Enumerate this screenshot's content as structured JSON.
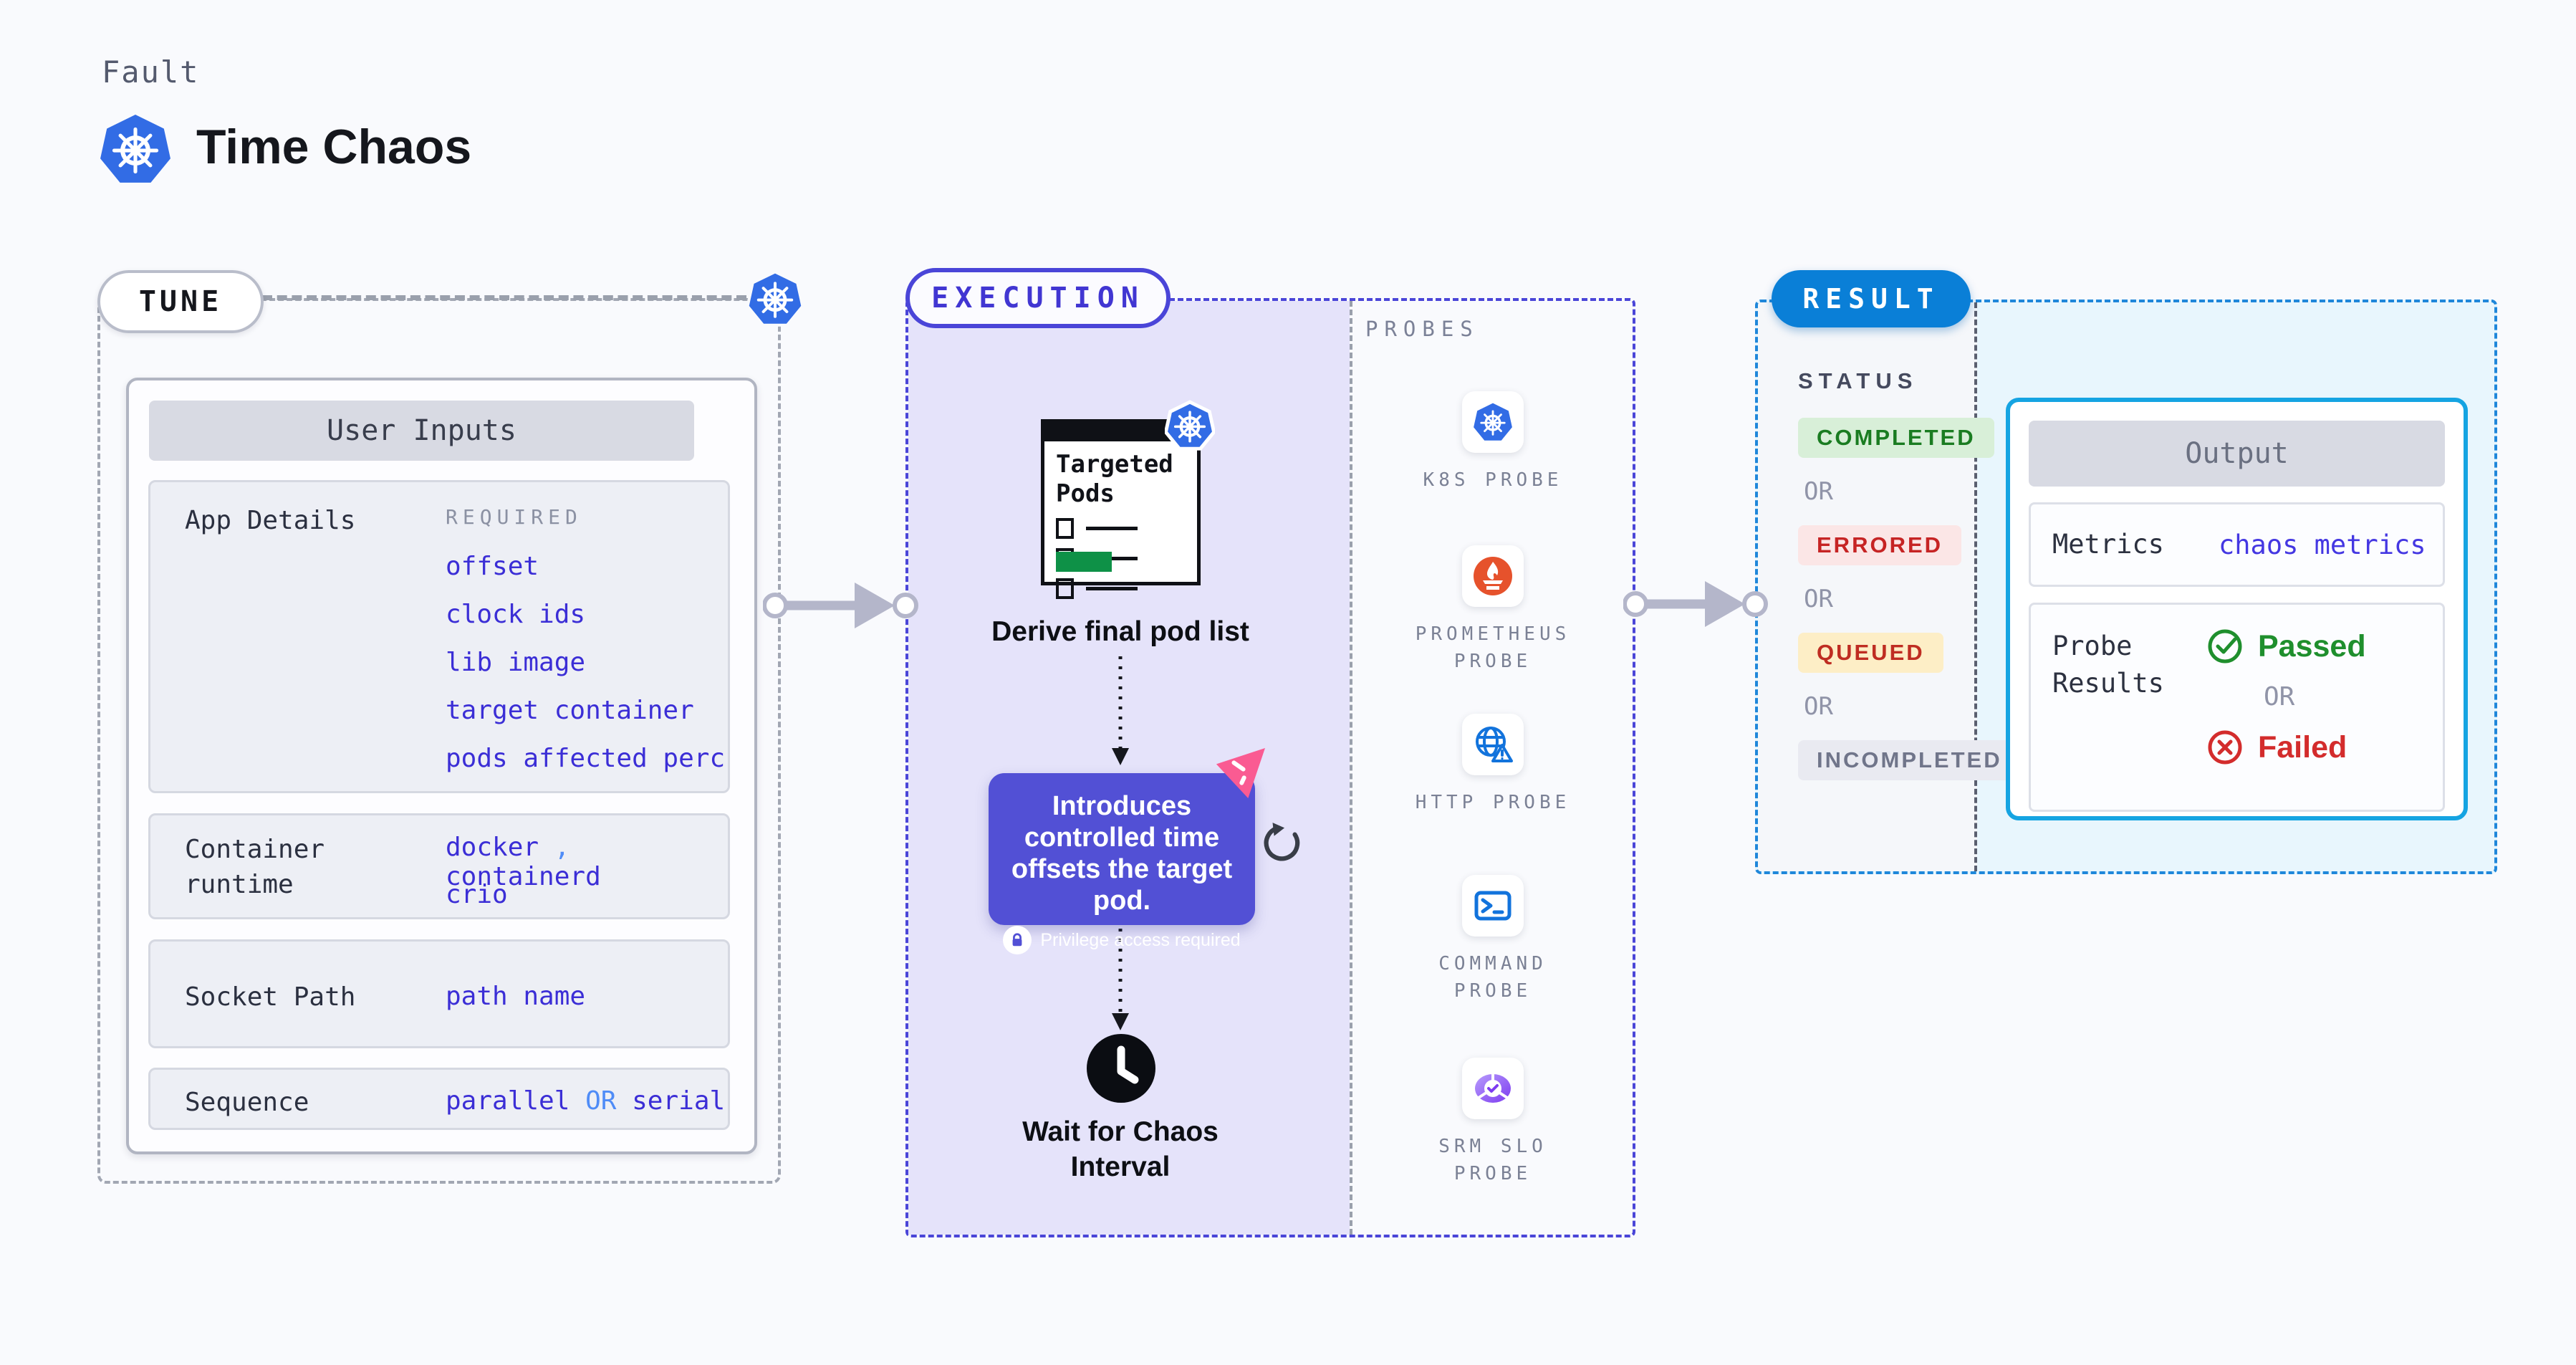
{
  "colors": {
    "page_bg": "#f9fafd",
    "k8s_blue": "#326ce5",
    "value_indigo": "#3b2ed6",
    "value_light_blue": "#4f8cf7",
    "execution_border": "#4a45d8",
    "execution_bg": "#e5e3fa",
    "info_card_purple": "#5250d5",
    "pink_accent": "#fa5b92",
    "pods_green": "#0e9147",
    "result_pill_blue": "#0a7fd7",
    "result_border_blue": "#1f87da",
    "output_border_cyan": "#15a4e2",
    "output_bg_cyan": "#e8f6fd",
    "completed_green": "#1a7c21",
    "errored_red": "#c62424",
    "queued_amber_bg": "#fdeec6",
    "incompleted_gray": "#70758a",
    "passed_green": "#1f8f2d",
    "failed_red": "#d32c2c",
    "prometheus_orange": "#e6522c",
    "probe_icon_blue": "#1273dc",
    "srm_purple": "#7d3bf0",
    "arrow_gray": "#b4b6ca"
  },
  "header": {
    "eyebrow": "Fault",
    "title": "Time Chaos",
    "logo_icon": "kubernetes-icon"
  },
  "tune": {
    "label": "TUNE",
    "panel_title": "User Inputs",
    "app_details": {
      "label": "App Details",
      "tag": "REQUIRED",
      "items": [
        "offset",
        "clock ids",
        "lib image",
        "target container",
        "pods affected perc"
      ]
    },
    "runtime": {
      "label": "Container runtime",
      "value1": "docker",
      "separator": ",",
      "value2": "containerd",
      "value3": "crio"
    },
    "socket": {
      "label": "Socket Path",
      "value": "path name"
    },
    "sequence": {
      "label": "Sequence",
      "value1": "parallel",
      "or": "OR",
      "value2": "serial"
    }
  },
  "execution": {
    "label": "EXECUTION",
    "pods_card_title": "Targeted Pods",
    "derive_caption": "Derive final pod list",
    "info_card": {
      "text": "Introduces controlled time offsets the target pod.",
      "badge": "Privilege access required"
    },
    "wait_caption": "Wait for Chaos Interval"
  },
  "probes": {
    "label": "PROBES",
    "items": [
      {
        "name": "K8S PROBE",
        "icon": "kubernetes-icon"
      },
      {
        "name": "PROMETHEUS PROBE",
        "icon": "prometheus-icon"
      },
      {
        "name": "HTTP PROBE",
        "icon": "globe-alert-icon"
      },
      {
        "name": "COMMAND PROBE",
        "icon": "terminal-icon"
      },
      {
        "name": "SRM SLO PROBE",
        "icon": "slo-donut-icon"
      }
    ]
  },
  "result": {
    "label": "RESULT",
    "status_title": "STATUS",
    "or": "OR",
    "statuses": [
      "COMPLETED",
      "ERRORED",
      "QUEUED",
      "INCOMPLETED"
    ],
    "output": {
      "title": "Output",
      "metrics_label": "Metrics",
      "metrics_value": "chaos metrics",
      "probe_results_label": "Probe Results",
      "passed": "Passed",
      "or": "OR",
      "failed": "Failed"
    }
  }
}
